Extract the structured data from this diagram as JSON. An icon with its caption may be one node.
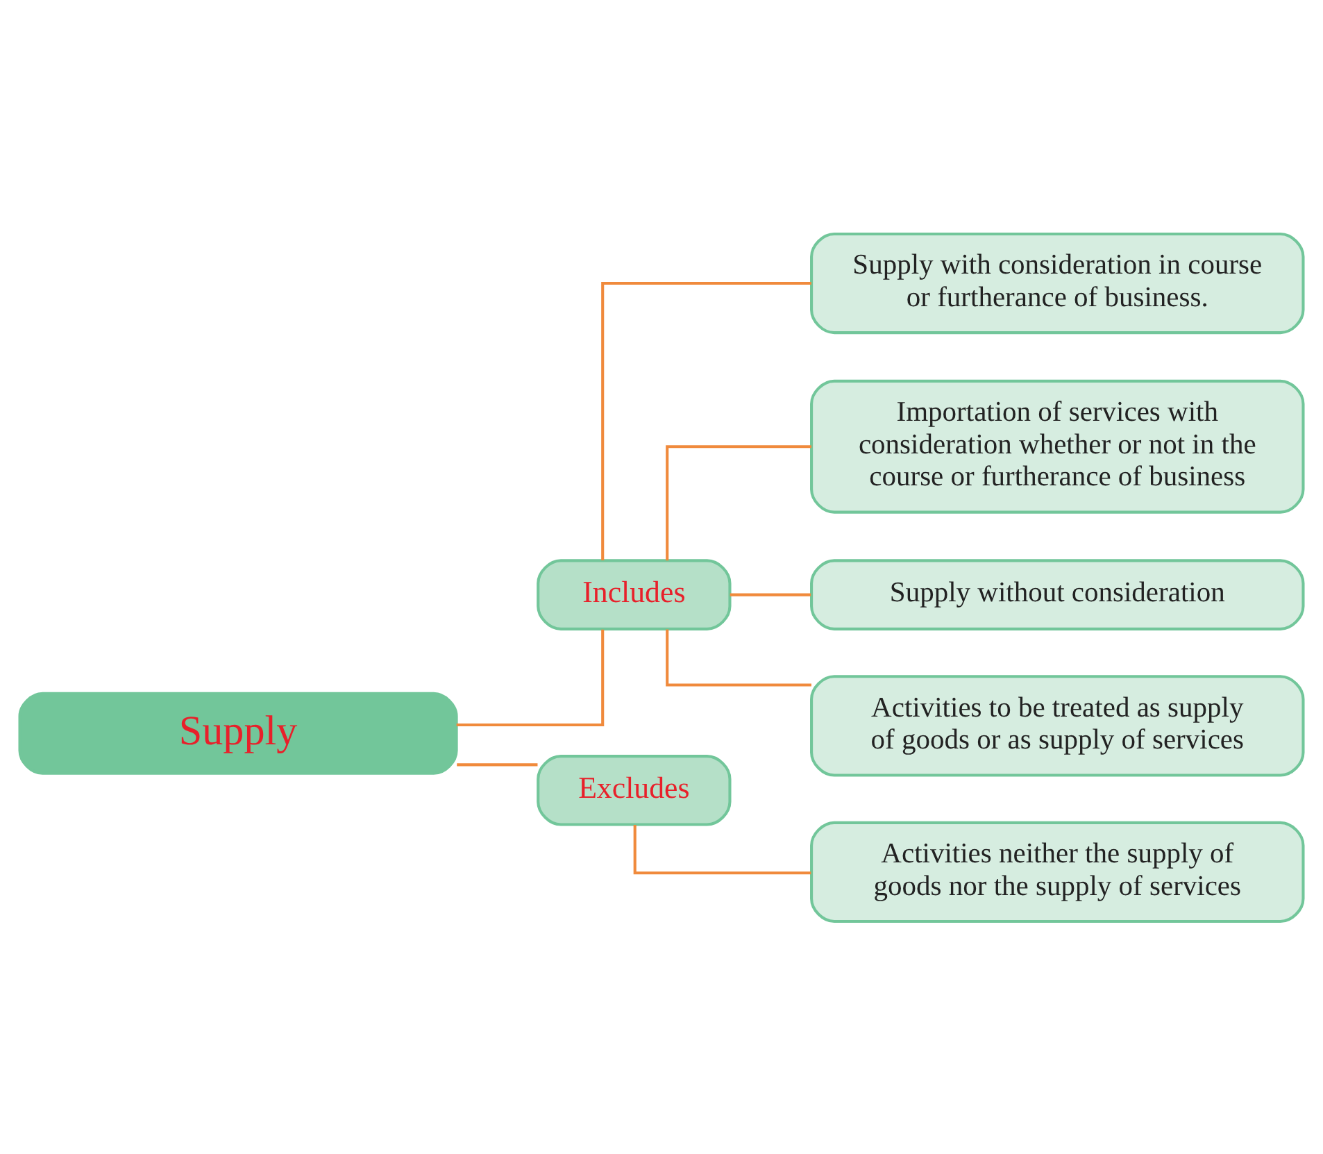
{
  "diagram": {
    "nodes": [
      {
        "text": [
          "Supply"
        ]
      },
      {
        "text": [
          "Includes"
        ]
      },
      {
        "text": [
          "Excludes"
        ]
      },
      {
        "text": [
          "Supply with consideration in course or furtherance of business."
        ]
      },
      {
        "text": [
          "Importation of services with consideration whether or not in the course or furtherance of business"
        ]
      },
      {
        "text": [
          "Supply without consideration"
        ]
      },
      {
        "text": [
          "Activities to be treated as supply of goods or as supply of services"
        ]
      },
      {
        "text": [
          "Activities neither the supply of goods nor the supply of services"
        ]
      }
    ],
    "edges": [
      {
        "from": 0,
        "to": 1,
        "arrow": "none"
      },
      {
        "from": 0,
        "to": 2,
        "arrow": "none"
      },
      {
        "from": 1,
        "to": 3,
        "arrow": "none"
      },
      {
        "from": 1,
        "to": 4,
        "arrow": "none"
      },
      {
        "from": 1,
        "to": 5,
        "arrow": "none"
      },
      {
        "from": 1,
        "to": 6,
        "arrow": "none"
      },
      {
        "from": 2,
        "to": 7,
        "arrow": "none"
      }
    ]
  }
}
